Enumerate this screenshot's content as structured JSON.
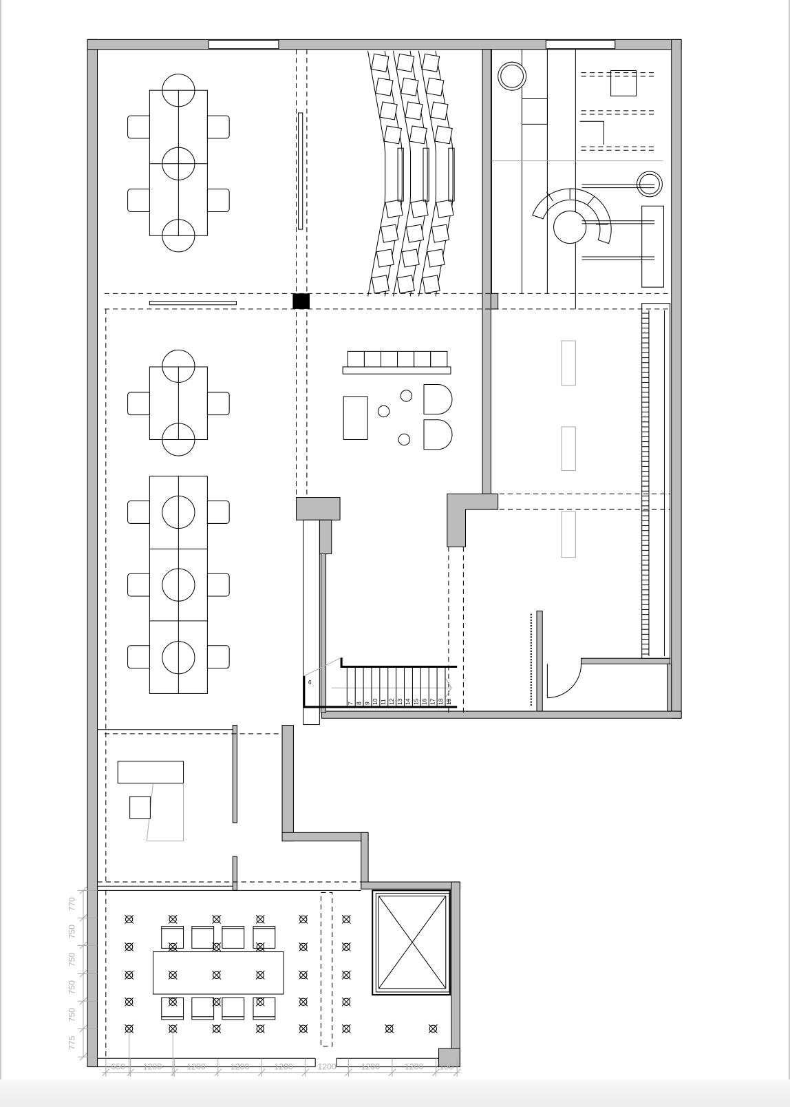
{
  "plan": {
    "colors": {
      "wall_fill": "#bcbcbc",
      "line": "#000000",
      "dimension": "#b0b0b0"
    },
    "stair_step_numbers": [
      "6",
      "7",
      "8",
      "9",
      "10",
      "11",
      "12",
      "13",
      "14",
      "15",
      "16",
      "17",
      "18",
      "19"
    ],
    "vertical_dimensions": [
      "770",
      "750",
      "750",
      "750",
      "750",
      "775"
    ],
    "horizontal_dimensions": [
      "650",
      "1200",
      "1200",
      "1200",
      "1200",
      "1200",
      "1200",
      "1200",
      "150"
    ],
    "symbols": {
      "ceiling_light": "crossed-circle",
      "elevator": "box-with-x",
      "spiral_stair": "spiral-stair",
      "door": "door-swing-arc"
    }
  }
}
